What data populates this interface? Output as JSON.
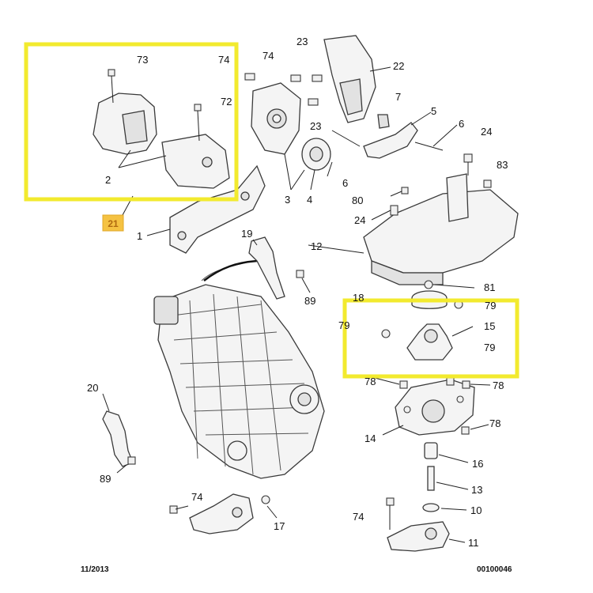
{
  "callouts": {
    "c73": "73",
    "c74a": "74",
    "c72": "72",
    "c2": "2",
    "c21": "21",
    "c1": "1",
    "c74b": "74",
    "c23a": "23",
    "c22": "22",
    "c23b": "23",
    "c7": "7",
    "c5": "5",
    "c6a": "6",
    "c24a": "24",
    "c83": "83",
    "c6b": "6",
    "c3": "3",
    "c4": "4",
    "c80": "80",
    "c24b": "24",
    "c19": "19",
    "c89a": "89",
    "c12": "12",
    "c81": "81",
    "c18": "18",
    "c79a": "79",
    "c79b": "79",
    "c15": "15",
    "c79c": "79",
    "c78a": "78",
    "c78b": "78",
    "c78c": "78",
    "c14": "14",
    "c16": "16",
    "c13": "13",
    "c10": "10",
    "c74c": "74",
    "c11": "11",
    "c20": "20",
    "c89b": "89",
    "c74d": "74",
    "c17": "17"
  },
  "footer": {
    "date": "11/2013",
    "code": "00100046"
  },
  "colors": {
    "highlight": "#f2ea2e",
    "badge": "#f5c242"
  }
}
